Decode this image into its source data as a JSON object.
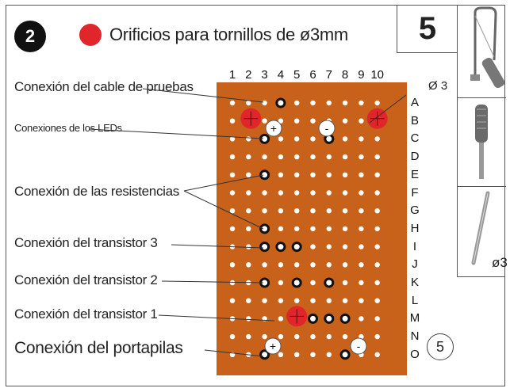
{
  "step_number": "2",
  "legend_text": "Orificios para tornillos de ø3mm",
  "page_number": "5",
  "diameter_label": "Ø 3",
  "drill_label": "ø3",
  "circled_step": "5",
  "columns": [
    "1",
    "2",
    "3",
    "4",
    "5",
    "6",
    "7",
    "8",
    "9",
    "10"
  ],
  "rows": [
    "A",
    "B",
    "C",
    "D",
    "E",
    "F",
    "G",
    "H",
    "I",
    "J",
    "K",
    "L",
    "M",
    "N",
    "O"
  ],
  "labels": {
    "test_cable": "Conexión del cable de pruebas",
    "leds": "Conexiones de los LEDs",
    "resistors": "Conexión de las resistencias",
    "transistor3": "Conexión del transistor 3",
    "transistor2": "Conexión del transistor 2",
    "transistor1": "Conexión del transistor 1",
    "battery": "Conexión del portapilas"
  },
  "plus_sign": "+",
  "minus_sign": "-",
  "colors": {
    "board": "#c8621b",
    "screw_hole": "#e0262b",
    "hole": "#ffffff",
    "marked_ring": "#111111"
  },
  "icons": [
    "coping-saw-icon",
    "screwdriver-icon",
    "drill-bit-icon"
  ]
}
